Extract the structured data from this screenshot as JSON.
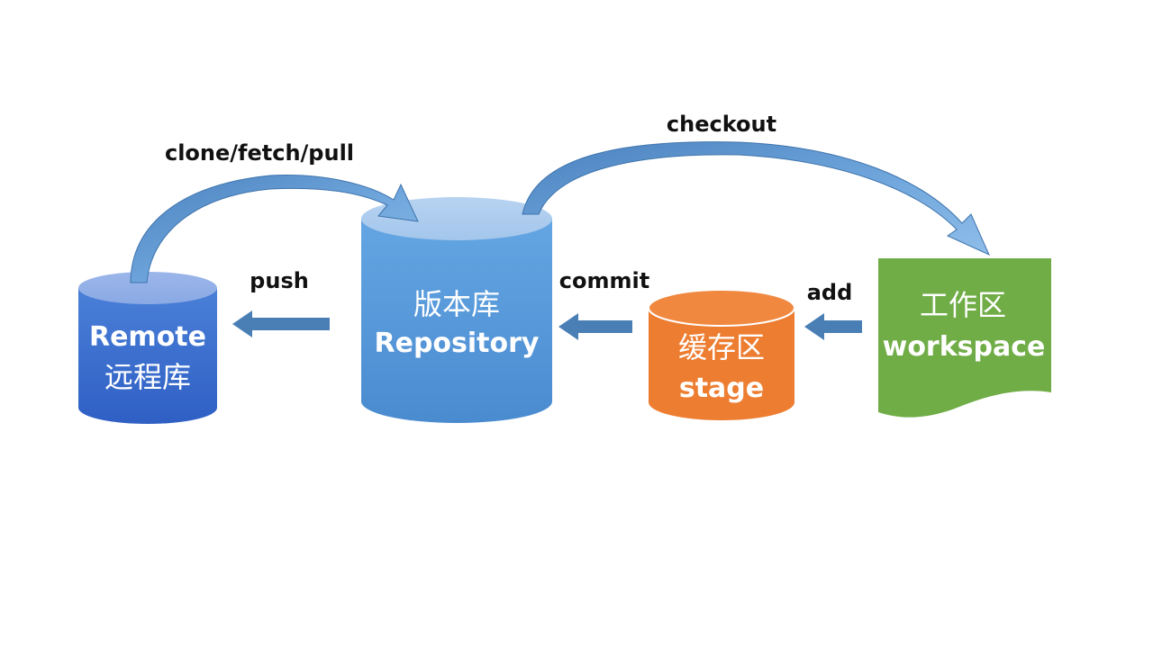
{
  "nodes": {
    "remote": {
      "label_en": "Remote",
      "label_zh": "远程库"
    },
    "repository": {
      "label_zh": "版本库",
      "label_en": "Repository"
    },
    "stage": {
      "label_zh": "缓存区",
      "label_en": "stage"
    },
    "workspace": {
      "label_zh": "工作区",
      "label_en": "workspace"
    }
  },
  "edges": {
    "clone_fetch_pull": {
      "label": "clone/fetch/pull"
    },
    "checkout": {
      "label": "checkout"
    },
    "push": {
      "label": "push"
    },
    "commit": {
      "label": "commit"
    },
    "add": {
      "label": "add"
    }
  },
  "colors": {
    "remote": "#3a6fd0",
    "repository": "#5b9bd5",
    "stage": "#ed7d31",
    "workspace": "#70ad47",
    "arrow": "#4a7fb5"
  }
}
